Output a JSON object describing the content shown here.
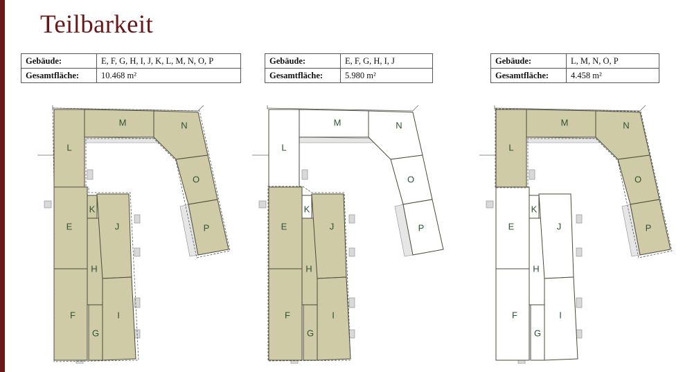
{
  "slide": {
    "title": "Teilbarkeit",
    "accent_color": "#6b1717"
  },
  "legend": {
    "highlight_color": "#cfcba6",
    "plain_color": "#ffffff"
  },
  "tables": [
    {
      "building_label": "Gebäude:",
      "buildings": "E, F, G, H, I, J, K, L, M, N, O, P",
      "area_label": "Gesamtfläche:",
      "area": "10.468 m²"
    },
    {
      "building_label": "Gebäude:",
      "buildings": "E, F, G, H, I, J",
      "area_label": "Gesamtfläche:",
      "area": "5.980 m²"
    },
    {
      "building_label": "Gebäude:",
      "buildings": "L, M, N, O, P",
      "area_label": "Gesamtfläche:",
      "area": "4.458 m²"
    }
  ],
  "plans": [
    {
      "highlighted": [
        "L",
        "M",
        "N",
        "O",
        "P",
        "E",
        "F",
        "G",
        "H",
        "I",
        "J",
        "K"
      ]
    },
    {
      "highlighted": [
        "E",
        "F",
        "G",
        "H",
        "I",
        "J"
      ]
    },
    {
      "highlighted": [
        "L",
        "M",
        "N",
        "O",
        "P"
      ]
    }
  ],
  "sections": {
    "L": "L",
    "M": "M",
    "N": "N",
    "O": "O",
    "P": "P",
    "E": "E",
    "F": "F",
    "G": "G",
    "H": "H",
    "I": "I",
    "J": "J",
    "K": "K"
  }
}
